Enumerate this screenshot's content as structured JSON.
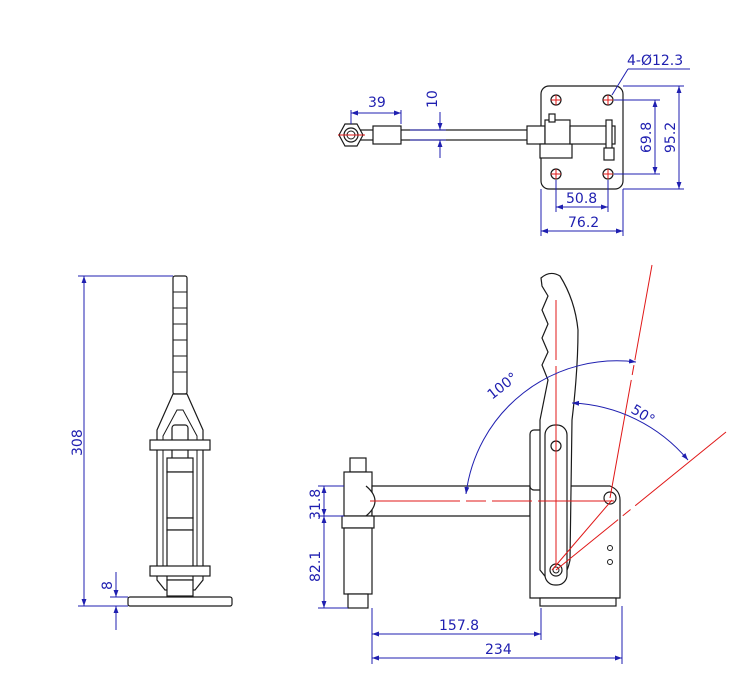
{
  "dimensions": {
    "hole_callout": "4-Ø12.3",
    "arm_offset": "39",
    "arm_thickness": "10",
    "hole_spacing_vertical": "69.8",
    "base_height": "95.2",
    "hole_spacing_horizontal": "50.8",
    "base_width": "76.2",
    "overall_height": "308",
    "base_plate_thickness": "8",
    "spindle_offset": "31.8",
    "mounting_height": "82.1",
    "reach": "157.8",
    "overall_length": "234",
    "handle_angle": "100°",
    "open_angle": "50°"
  },
  "colors": {
    "dimension": "#1f1fb0",
    "centerline": "#e01818",
    "outline": "#1a1a1a"
  }
}
